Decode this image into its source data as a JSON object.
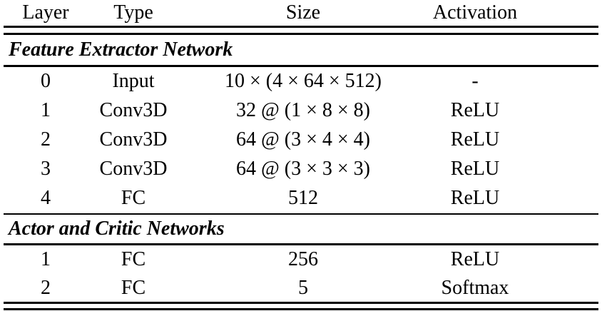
{
  "table": {
    "columns": [
      "Layer",
      "Type",
      "Size",
      "Activation"
    ],
    "sections": [
      {
        "title": "Feature Extractor Network",
        "rows": [
          [
            "0",
            "Input",
            "10 × (4 × 64 × 512)",
            "-"
          ],
          [
            "1",
            "Conv3D",
            "32 @ (1 × 8 × 8)",
            "ReLU"
          ],
          [
            "2",
            "Conv3D",
            "64 @ (3 × 4 × 4)",
            "ReLU"
          ],
          [
            "3",
            "Conv3D",
            "64 @ (3 × 3 × 3)",
            "ReLU"
          ],
          [
            "4",
            "FC",
            "512",
            "ReLU"
          ]
        ]
      },
      {
        "title": "Actor and Critic Networks",
        "rows": [
          [
            "1",
            "FC",
            "256",
            "ReLU"
          ],
          [
            "2",
            "FC",
            "5",
            "Softmax"
          ]
        ]
      }
    ],
    "colors": {
      "text": "#000000",
      "background": "#ffffff",
      "rule": "#000000"
    }
  }
}
